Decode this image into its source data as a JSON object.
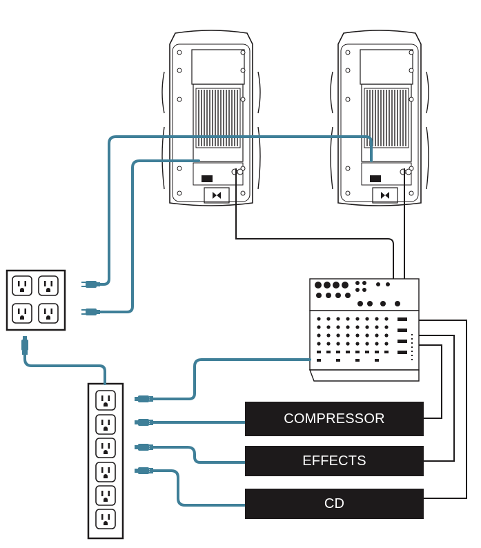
{
  "devices": {
    "compressor": "COMPRESSOR",
    "effects": "EFFECTS",
    "cd": "CD"
  },
  "icons": {
    "speaker": "powered-speaker-icon",
    "mixer": "mixer-icon",
    "outlet": "outlet-icon",
    "plug": "plug-icon"
  },
  "colors": {
    "power_cable": "#3f7f98",
    "audio_cable": "#1d1a1b",
    "device_fill": "#1d1a1b",
    "device_text": "#ffffff"
  }
}
